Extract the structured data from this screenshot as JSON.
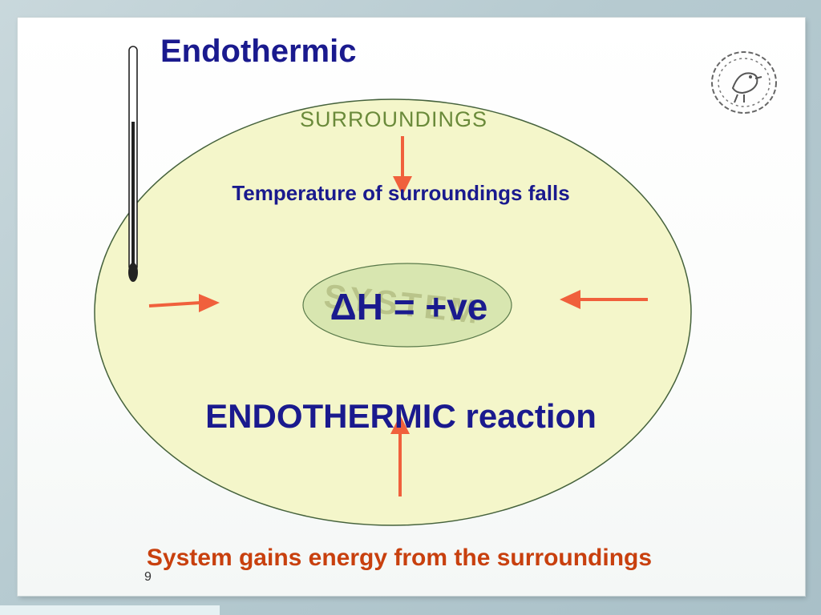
{
  "slide": {
    "title": "Endothermic",
    "surroundings_label": "SURROUNDINGS",
    "temperature_text": "Temperature of surroundings falls",
    "system_label": "SYSTEM",
    "enthalpy_text": "ΔH = +ve",
    "reaction_text": "ENDOTHERMIC reaction",
    "footer_text": "System gains energy from the surroundings",
    "slide_number": "9"
  },
  "colors": {
    "title": "#1a1a8e",
    "surroundings_fill": "#f4f6c8",
    "surroundings_border": "#3c5a32",
    "system_fill": "#d8e6b0",
    "arrow": "#f0603c",
    "footer": "#c8400e",
    "surroundings_label": "#6a8a3a"
  },
  "icons": {
    "thermometer": "thermometer-icon",
    "emblem": "bird-wreath-emblem-icon"
  }
}
